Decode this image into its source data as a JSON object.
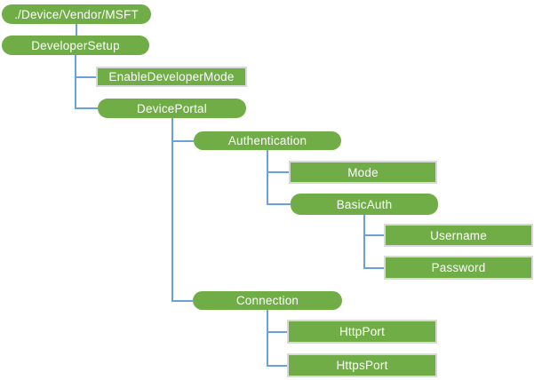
{
  "diagram": {
    "description": "CSP node tree",
    "background": "#FFFFFF",
    "colors": {
      "node_fill": "#70AD47",
      "node_text": "#FFFFFF",
      "leaf_border": "#D9D9D9",
      "connector": "#69A1D9"
    },
    "nodes": [
      {
        "id": "msft",
        "label": "./Device/Vendor/MSFT",
        "shape": "pill",
        "parent": null
      },
      {
        "id": "developersetup",
        "label": "DeveloperSetup",
        "shape": "pill",
        "parent": "msft"
      },
      {
        "id": "enabledevelopermode",
        "label": "EnableDeveloperMode",
        "shape": "rect",
        "parent": "developersetup"
      },
      {
        "id": "deviceportal",
        "label": "DevicePortal",
        "shape": "pill",
        "parent": "developersetup"
      },
      {
        "id": "authentication",
        "label": "Authentication",
        "shape": "pill",
        "parent": "deviceportal"
      },
      {
        "id": "mode",
        "label": "Mode",
        "shape": "rect",
        "parent": "authentication"
      },
      {
        "id": "basicauth",
        "label": "BasicAuth",
        "shape": "pill",
        "parent": "authentication"
      },
      {
        "id": "username",
        "label": "Username",
        "shape": "rect",
        "parent": "basicauth"
      },
      {
        "id": "password",
        "label": "Password",
        "shape": "rect",
        "parent": "basicauth"
      },
      {
        "id": "connection",
        "label": "Connection",
        "shape": "pill",
        "parent": "deviceportal"
      },
      {
        "id": "httpport",
        "label": "HttpPort",
        "shape": "rect",
        "parent": "connection"
      },
      {
        "id": "httpsport",
        "label": "HttpsPort",
        "shape": "rect",
        "parent": "connection"
      }
    ]
  }
}
